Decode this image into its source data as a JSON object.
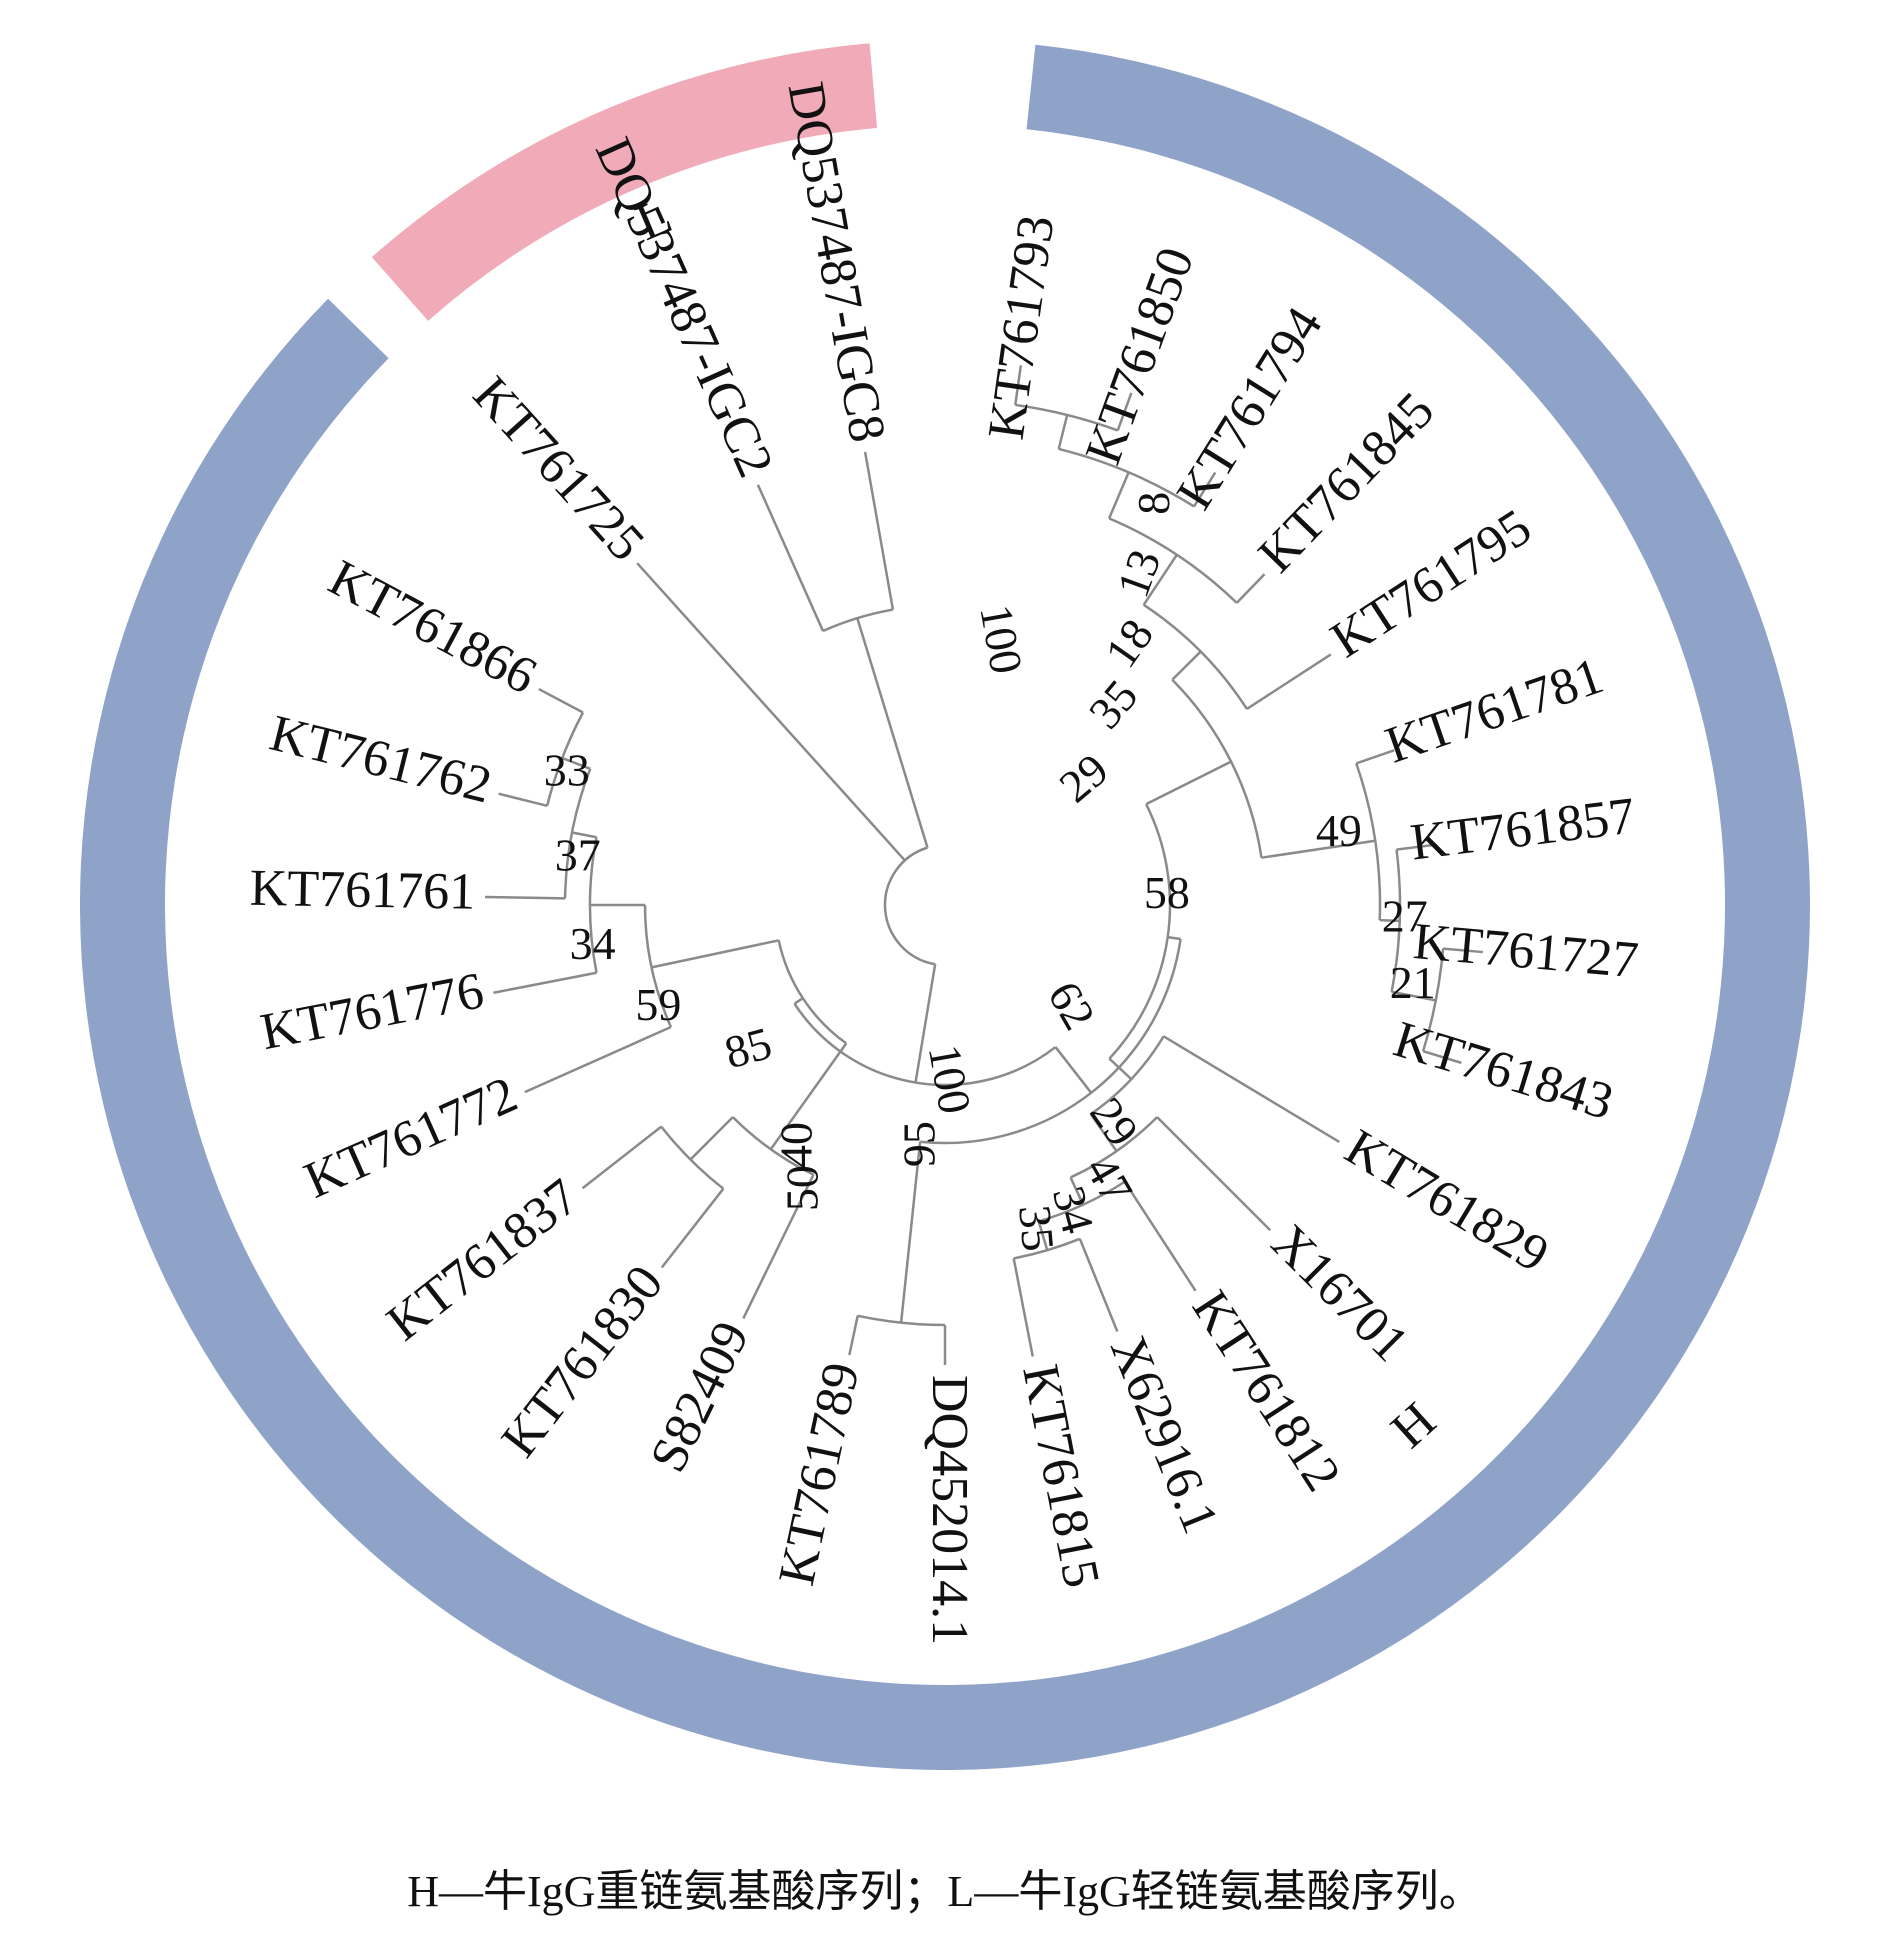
{
  "legend": {
    "caption": "H—牛IgG重链氨基酸序列；L—牛IgG轻链氨基酸序列。"
  },
  "groups": [
    {
      "label": "H",
      "color": "#8fa3c9"
    },
    {
      "label": "L",
      "color": "#f0aab8"
    }
  ],
  "leaves": [
    {
      "name": "KT761793"
    },
    {
      "name": "KT761850"
    },
    {
      "name": "KT761794"
    },
    {
      "name": "KT761845"
    },
    {
      "name": "KT761795"
    },
    {
      "name": "KT761781"
    },
    {
      "name": "KT761857"
    },
    {
      "name": "KT761727"
    },
    {
      "name": "KT761843"
    },
    {
      "name": "KT761829"
    },
    {
      "name": "X16701"
    },
    {
      "name": "KT761812"
    },
    {
      "name": "X62916.1"
    },
    {
      "name": "KT761815"
    },
    {
      "name": "DQ452014.1"
    },
    {
      "name": "KT761789"
    },
    {
      "name": "S82409"
    },
    {
      "name": "KT761830"
    },
    {
      "name": "KT761837"
    },
    {
      "name": "KT761772"
    },
    {
      "name": "KT761776"
    },
    {
      "name": "KT761761"
    },
    {
      "name": "KT761762"
    },
    {
      "name": "KT761866"
    },
    {
      "name": "KT761725"
    },
    {
      "name": "DQ537487-IGC2"
    },
    {
      "name": "DQ537487-IGC8"
    }
  ],
  "bootstrap": [
    {
      "value": "8"
    },
    {
      "value": "13"
    },
    {
      "value": "18"
    },
    {
      "value": "35"
    },
    {
      "value": "29"
    },
    {
      "value": "49"
    },
    {
      "value": "27"
    },
    {
      "value": "21"
    },
    {
      "value": "58"
    },
    {
      "value": "62"
    },
    {
      "value": "29"
    },
    {
      "value": "47"
    },
    {
      "value": "34"
    },
    {
      "value": "35"
    },
    {
      "value": "100"
    },
    {
      "value": "95"
    },
    {
      "value": "50"
    },
    {
      "value": "40"
    },
    {
      "value": "85"
    },
    {
      "value": "59"
    },
    {
      "value": "34"
    },
    {
      "value": "37"
    },
    {
      "value": "33"
    },
    {
      "value": "100"
    }
  ]
}
